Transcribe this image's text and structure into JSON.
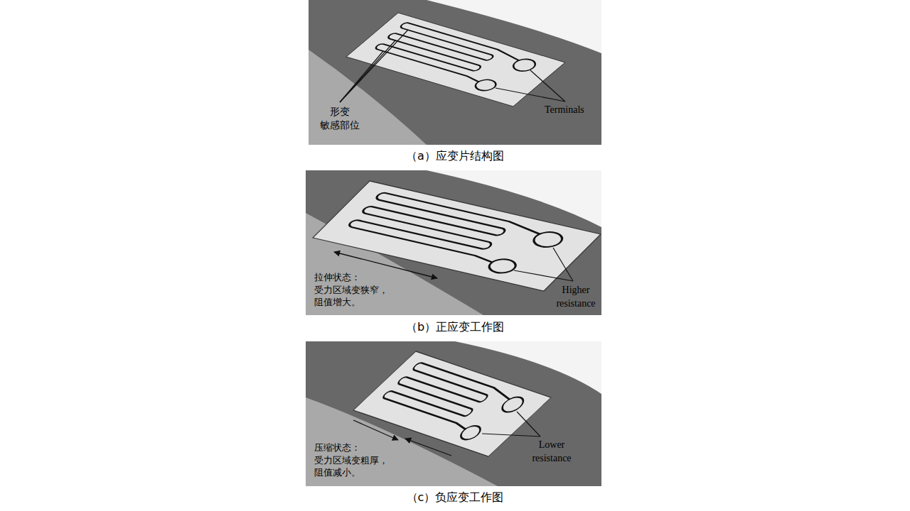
{
  "diagram": {
    "labels": [
      "形变 敏感部位",
      "Terminals",
      "（a）应变片结构图",
      "拉伸状态： 受力区域变狭窄， 阻值增大。",
      "Higher resistance",
      "（b）正应变工作图",
      "压缩状态： 受力区域变粗厚， 阻值减小。",
      "Lower resistance",
      "（c）负应变工作图"
    ]
  }
}
